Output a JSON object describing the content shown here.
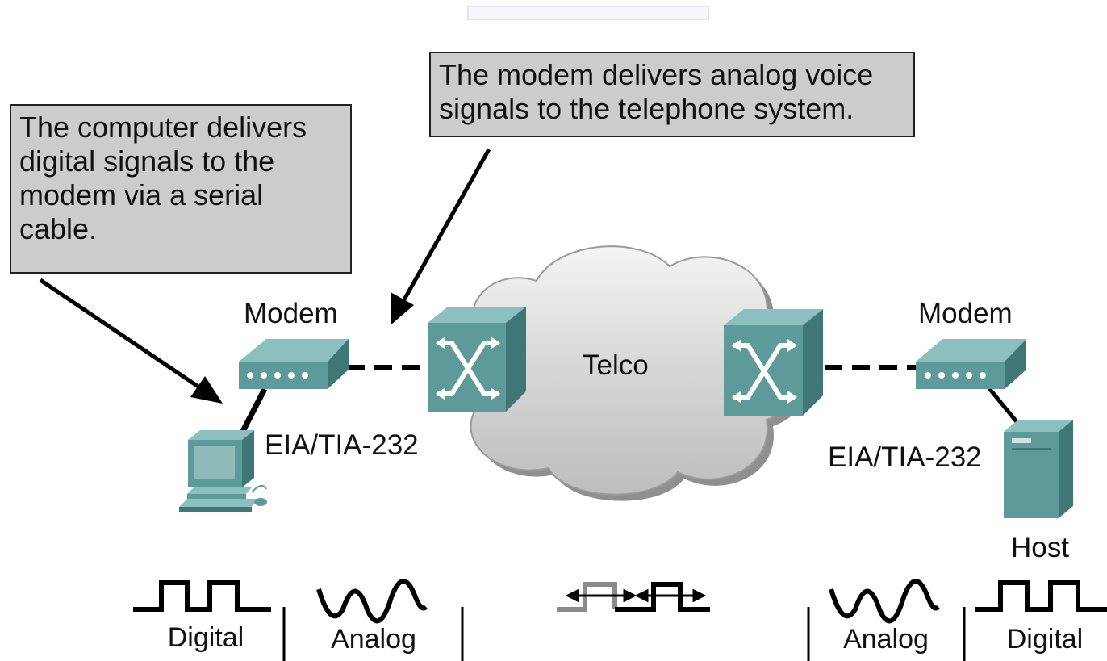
{
  "callouts": {
    "computer": "The computer delivers\ndigital signals to the\nmodem via a serial\ncable.",
    "modem": "The modem delivers analog voice\nsignals to the telephone system."
  },
  "labels": {
    "modem_left": "Modem",
    "modem_right": "Modem",
    "cable_left": "EIA/TIA-232",
    "cable_right": "EIA/TIA-232",
    "cloud": "Telco",
    "host": "Host"
  },
  "signals": {
    "left_digital": "Digital",
    "left_analog": "Analog",
    "right_analog": "Analog",
    "right_digital": "Digital"
  },
  "colors": {
    "device_teal": "#5f9a9a",
    "device_dark": "#3f7777",
    "device_light": "#8cc0c0",
    "cloud_gray": "#cfcfcf",
    "callout_bg": "#cccccc"
  }
}
